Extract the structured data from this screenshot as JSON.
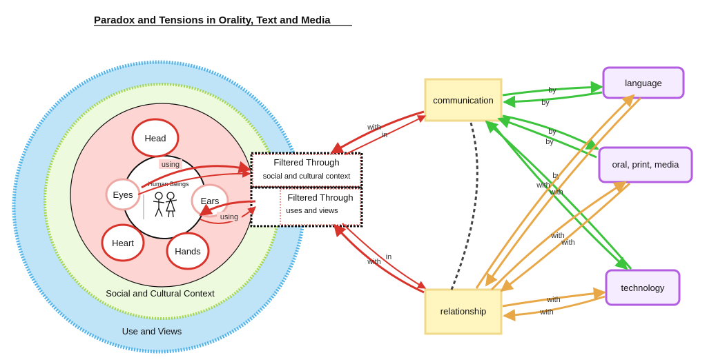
{
  "title": "Paradox and Tensions in Orality, Text and Media",
  "rings": {
    "outer": "Use and Views",
    "middle": "Social and Cultural Context"
  },
  "inner_nodes": {
    "head": "Head",
    "eyes": "Eyes",
    "ears": "Ears",
    "heart": "Heart",
    "hands": "Hands",
    "center": "Human Beings"
  },
  "filters": {
    "social": {
      "title": "Filtered Through",
      "sub": "social and cultural context"
    },
    "uses": {
      "title": "Filtered Through",
      "sub": "uses and views"
    }
  },
  "nodes": {
    "communication": "communication",
    "relationship": "relationship",
    "language": "language",
    "oral_print_media": "oral, print, media",
    "technology": "technology"
  },
  "edge_labels": {
    "using": "using",
    "with": "with",
    "in": "in",
    "by": "by"
  },
  "colors": {
    "red": "#d9342b",
    "green": "#3cc43c",
    "orange": "#e8a848",
    "purple": "#b35ee0",
    "box_fill": "#fff5bf",
    "box_stroke": "#f0d98a",
    "purple_fill": "#f6ecff",
    "outer_ring": "#bfe3f7",
    "outer_ring_edge": "#4fb3e8",
    "middle_ring": "#eefadd",
    "middle_ring_edge": "#a6d84a",
    "inner_fill": "#fdd6d3"
  }
}
